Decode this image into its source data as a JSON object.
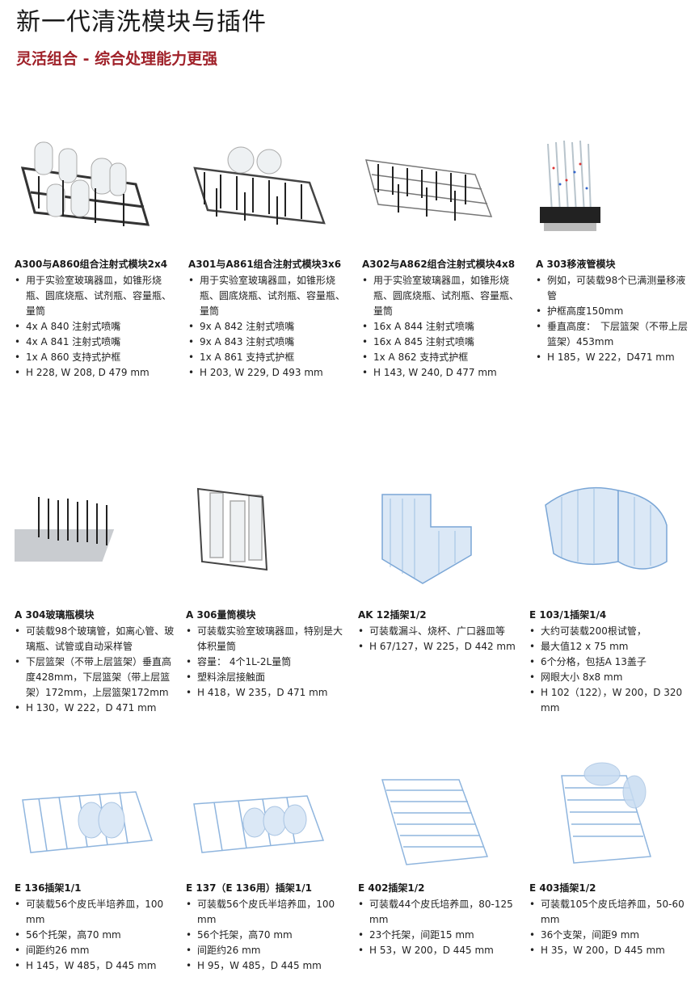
{
  "header": {
    "title": "新一代清洗模块与插件",
    "subtitle": "灵活组合 - 综合处理能力更强"
  },
  "colors": {
    "accent": "#a0222a",
    "rack_blue": "#7aa6d6",
    "rack_dark": "#333333"
  },
  "products": [
    {
      "name": "A300与A860组合注射式模块2x4",
      "image": "injector-module-photo",
      "specs": [
        "用于实验室玻璃器皿，如锥形烧瓶、圆底烧瓶、试剂瓶、容量瓶、量筒",
        "4x A 840 注射式喷嘴",
        "4x A 841 注射式喷嘴",
        "1x A 860 支持式护框",
        "H 228, W 208, D 479 mm"
      ]
    },
    {
      "name": "A301与A861组合注射式模块3x6",
      "image": "injector-module-photo",
      "specs": [
        "用于实验室玻璃器皿，如锥形烧瓶、圆底烧瓶、试剂瓶、容量瓶、量筒",
        "9x A 842 注射式喷嘴",
        "9x A 843 注射式喷嘴",
        "1x A 861 支持式护框",
        "H 203, W 229, D 493 mm"
      ]
    },
    {
      "name": "A302与A862组合注射式模块4x8",
      "image": "injector-module-photo",
      "specs": [
        "用于实验室玻璃器皿，如锥形烧瓶、圆底烧瓶、试剂瓶、容量瓶、量筒",
        "16x A 844 注射式喷嘴",
        "16x A 845 注射式喷嘴",
        "1x A 862 支持式护框",
        "H 143, W 240, D 477 mm"
      ]
    },
    {
      "name": "A 303移液管模块",
      "image": "pipette-module-photo",
      "specs": [
        "例如，可装载98个已满测量移液管",
        "护框高度150mm",
        "垂直高度：　下层篮架（不带上层篮架）453mm",
        "H 185，W 222，D471 mm"
      ]
    },
    {
      "name": "A 304玻璃瓶模块",
      "image": "vial-module-photo",
      "specs": [
        "可装载98个玻璃管，如离心管、玻璃瓶、试管或自动采样管",
        "下层篮架（不带上层篮架）垂直高度428mm，下层篮架（带上层篮架）172mm，上层篮架172mm",
        "H 130，W 222，D 471 mm"
      ]
    },
    {
      "name": "A 306量筒模块",
      "image": "cylinder-module-photo",
      "specs": [
        "可装载实验室玻璃器皿，特别是大体积量筒",
        "容量： 4个1L-2L量筒",
        "塑料涂层接触面",
        "H 418，W 235，D 471 mm"
      ]
    },
    {
      "name": "AK 12插架1/2",
      "image": "basket-insert-photo",
      "specs": [
        "可装载漏斗、烧杯、广口器皿等",
        "H 67/127，W 225，D 442 mm"
      ]
    },
    {
      "name": "E 103/1插架1/4",
      "image": "quarter-basket-photo",
      "specs": [
        "大约可装载200根试管，",
        "最大值12 x 75 mm",
        "6个分格，包括A 13盖子",
        "网眼大小 8x8 mm",
        "H 102（122），W 200，D 320 mm"
      ]
    },
    {
      "name": "E 136插架1/1",
      "image": "petri-rack-photo",
      "specs": [
        "可装载56个皮氏半培养皿，100 mm",
        "56个托架，高70 mm",
        "间距约26 mm",
        "H 145，W 485，D 445 mm"
      ]
    },
    {
      "name": "E 137（E 136用）插架1/1",
      "image": "petri-rack-photo",
      "specs": [
        "可装载56个皮氏半培养皿，100 mm",
        "56个托架，高70 mm",
        "间距约26 mm",
        "H 95，W 485，D 445 mm"
      ]
    },
    {
      "name": "E 402插架1/2",
      "image": "dish-rack-photo",
      "specs": [
        "可装载44个皮氏培养皿，80-125 mm",
        "23个托架，间距15 mm",
        "H 53，W 200，D 445 mm"
      ]
    },
    {
      "name": "E 403插架1/2",
      "image": "dish-rack-photo",
      "specs": [
        "可装载105个皮氏培养皿，50-60 mm",
        "36个支架，间距9 mm",
        "H 35，W 200，D 445 mm"
      ]
    }
  ]
}
